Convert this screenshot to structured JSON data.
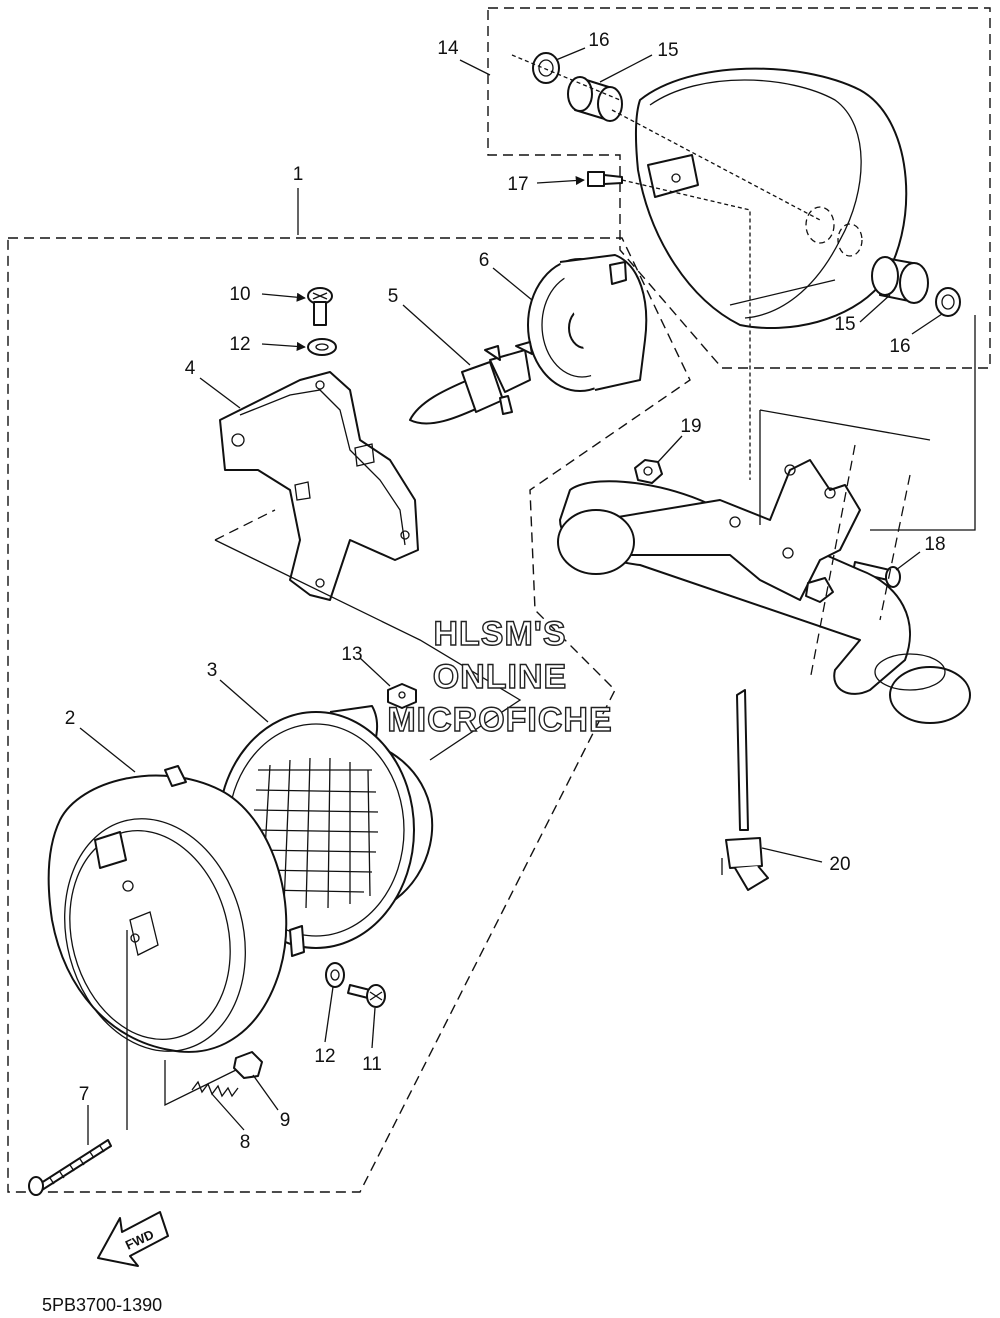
{
  "diagram_code": "5PB3700-1390",
  "watermark": [
    "HLSM'S",
    "ONLINE",
    "MICROFICHE"
  ],
  "fwd_label": "FWD",
  "callouts": [
    "1",
    "2",
    "3",
    "4",
    "5",
    "6",
    "7",
    "8",
    "9",
    "10",
    "11",
    "12",
    "12",
    "13",
    "14",
    "15",
    "15",
    "16",
    "16",
    "17",
    "18",
    "19",
    "20"
  ]
}
